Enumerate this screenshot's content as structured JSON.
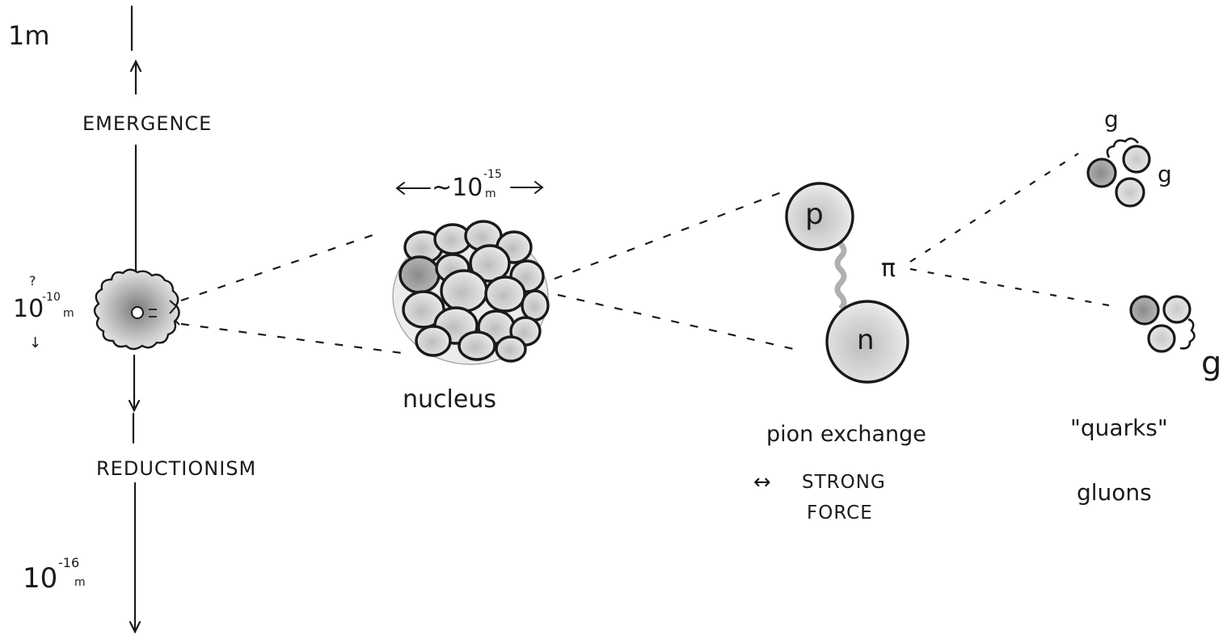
{
  "scale_axis": {
    "top_label": "1m",
    "emergence_label": "EMERGENCE",
    "atom_scale": {
      "marker": "?",
      "base": "10",
      "exponent": "-10",
      "unit": "m",
      "arrow": "↓"
    },
    "reductionism_label": "REDUCTIONISM",
    "bottom_scale": {
      "base": "10",
      "exponent": "-16",
      "unit": "m"
    }
  },
  "nucleus": {
    "size_label": {
      "prefix": "~10",
      "exponent": "-15",
      "unit": "m"
    },
    "label": "nucleus"
  },
  "nucleons": {
    "proton_label": "p",
    "neutron_label": "n",
    "pion_label": "π",
    "caption_line1": "pion exchange",
    "caption_arrow": "↔",
    "caption_line2": "STRONG",
    "caption_line3": "FORCE"
  },
  "quarks": {
    "gluon_label_1": "g",
    "gluon_label_2": "g",
    "gluon_label_3": "g",
    "caption_line1": "\"quarks\"",
    "caption_line2": "gluons"
  },
  "colors": {
    "ink": "#1a1a1a",
    "shade_dark": "#8c8c8c",
    "shade_light": "#d2d2d2",
    "paper": "#ffffff"
  }
}
